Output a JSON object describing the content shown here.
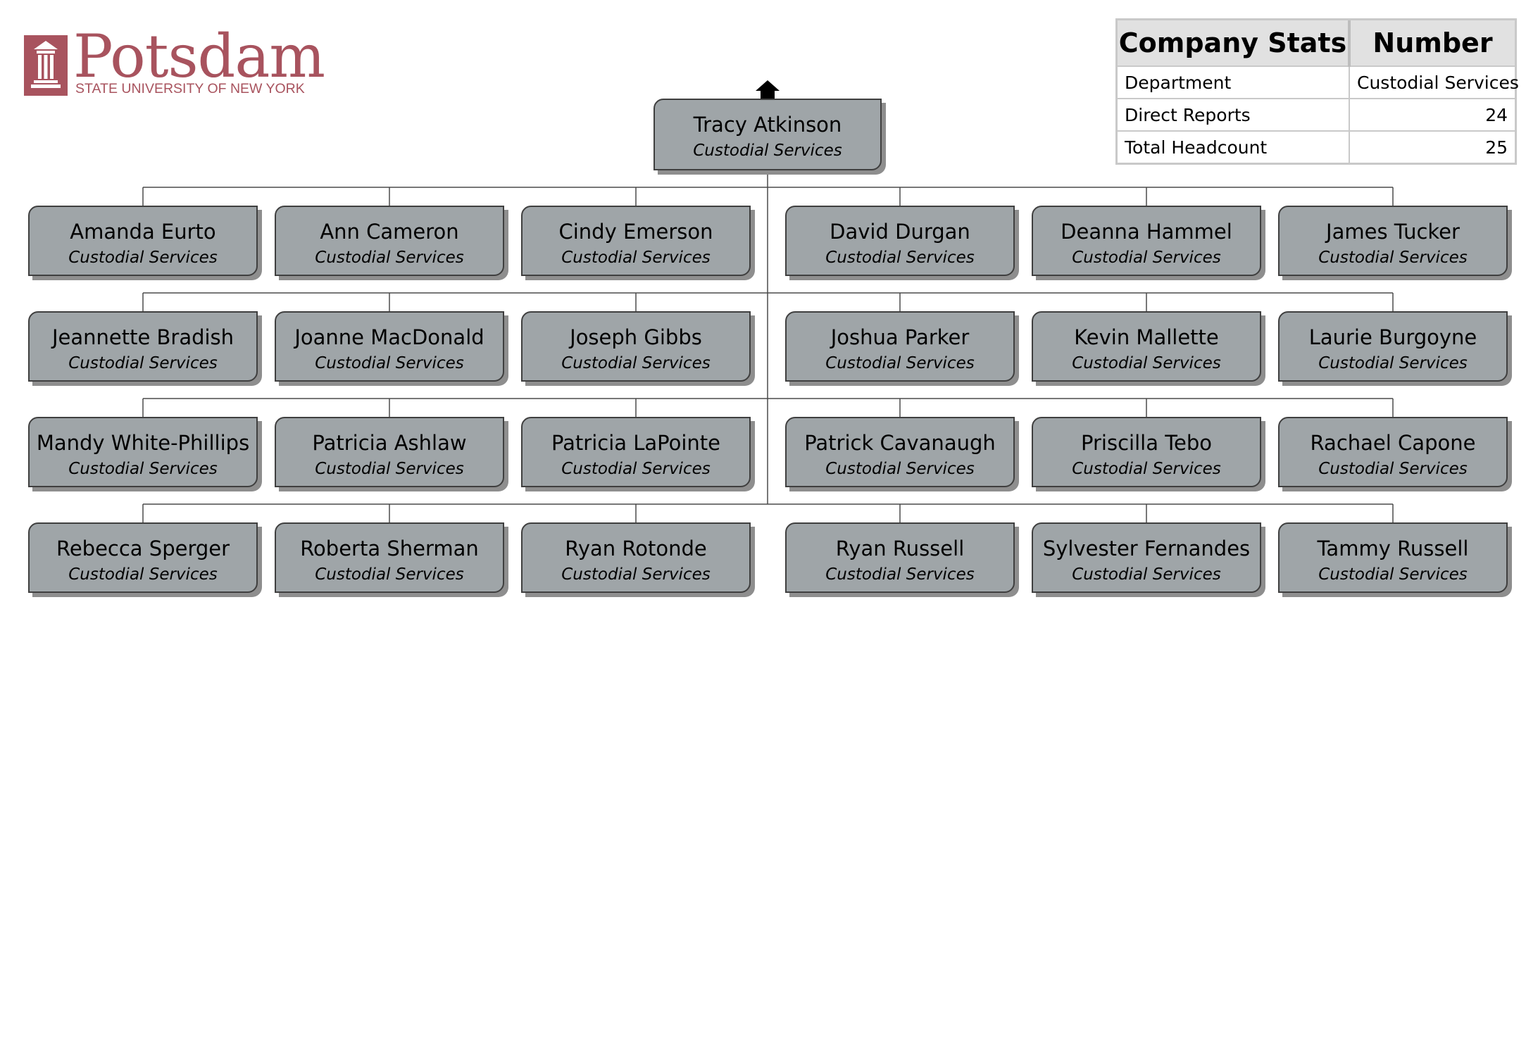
{
  "logo": {
    "name": "Potsdam",
    "subtitle": "STATE UNIVERSITY OF NEW YORK"
  },
  "stats": {
    "header_left": "Company Stats",
    "header_right": "Number",
    "rows": [
      {
        "label": "Department",
        "value": "Custodial Services"
      },
      {
        "label": "Direct Reports",
        "value": "24"
      },
      {
        "label": "Total Headcount",
        "value": "25"
      }
    ]
  },
  "colors": {
    "node_fill": "#9fa5a8",
    "node_border": "#3f3f3f",
    "node_shadow": "#8e8e8e",
    "connector": "#4a4a4a",
    "logo": "#a8535e"
  },
  "root": {
    "name": "Tracy Atkinson",
    "dept": "Custodial Services"
  },
  "reports": [
    {
      "name": "Amanda Eurto",
      "dept": "Custodial Services"
    },
    {
      "name": "Ann Cameron",
      "dept": "Custodial Services"
    },
    {
      "name": "Cindy Emerson",
      "dept": "Custodial Services"
    },
    {
      "name": "David Durgan",
      "dept": "Custodial Services"
    },
    {
      "name": "Deanna Hammel",
      "dept": "Custodial Services"
    },
    {
      "name": "James Tucker",
      "dept": "Custodial Services"
    },
    {
      "name": "Jeannette Bradish",
      "dept": "Custodial Services"
    },
    {
      "name": "Joanne MacDonald",
      "dept": "Custodial Services"
    },
    {
      "name": "Joseph Gibbs",
      "dept": "Custodial Services"
    },
    {
      "name": "Joshua Parker",
      "dept": "Custodial Services"
    },
    {
      "name": "Kevin Mallette",
      "dept": "Custodial Services"
    },
    {
      "name": "Laurie Burgoyne",
      "dept": "Custodial Services"
    },
    {
      "name": "Mandy White-Phillips",
      "dept": "Custodial Services"
    },
    {
      "name": "Patricia Ashlaw",
      "dept": "Custodial Services"
    },
    {
      "name": "Patricia LaPointe",
      "dept": "Custodial Services"
    },
    {
      "name": "Patrick Cavanaugh",
      "dept": "Custodial Services"
    },
    {
      "name": "Priscilla Tebo",
      "dept": "Custodial Services"
    },
    {
      "name": "Rachael Capone",
      "dept": "Custodial Services"
    },
    {
      "name": "Rebecca Sperger",
      "dept": "Custodial Services"
    },
    {
      "name": "Roberta Sherman",
      "dept": "Custodial Services"
    },
    {
      "name": "Ryan Rotonde",
      "dept": "Custodial Services"
    },
    {
      "name": "Ryan Russell",
      "dept": "Custodial Services"
    },
    {
      "name": "Sylvester Fernandes",
      "dept": "Custodial Services"
    },
    {
      "name": "Tammy Russell",
      "dept": "Custodial Services"
    }
  ]
}
